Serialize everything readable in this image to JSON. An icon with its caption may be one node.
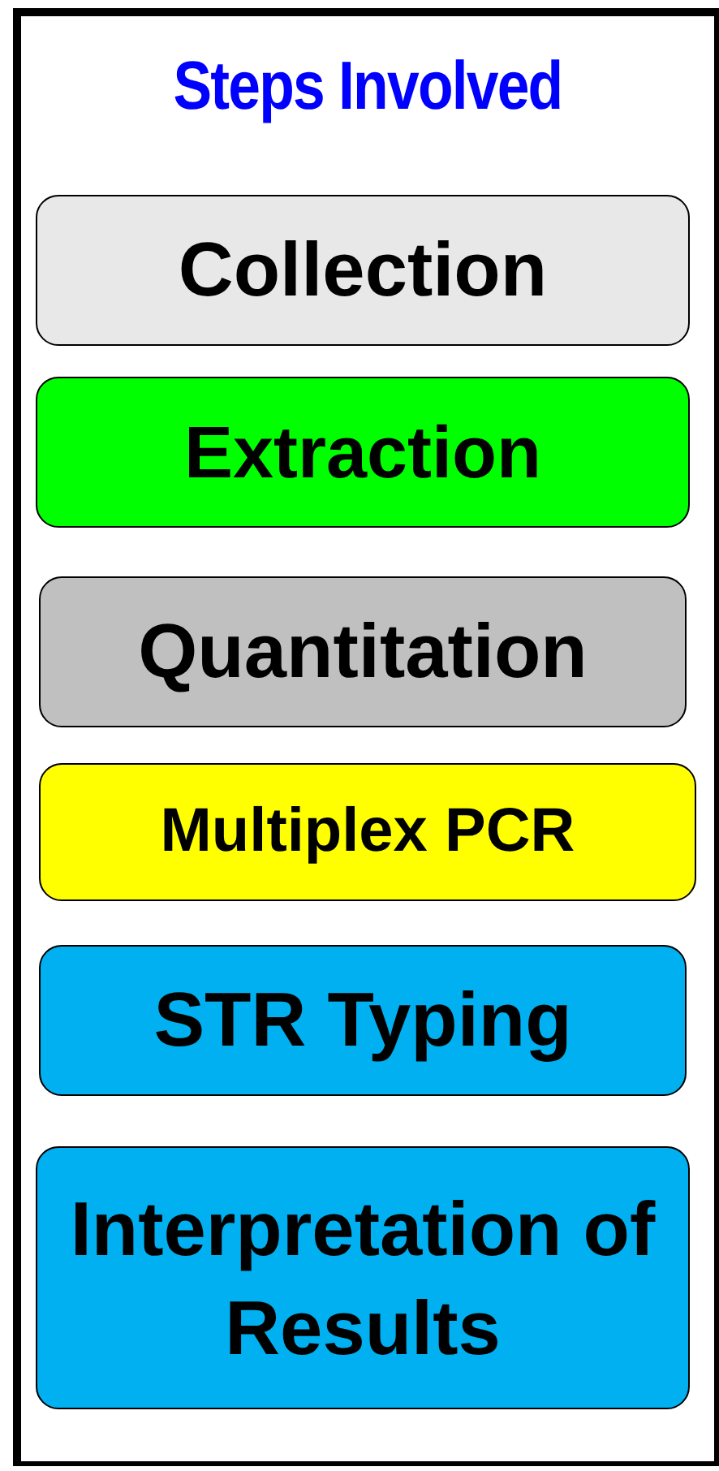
{
  "diagram": {
    "nodes": [
      {
        "text": [
          "Steps Involved"
        ]
      },
      {
        "text": [
          "Collection"
        ],
        "in": 0
      },
      {
        "text": [
          "Extraction"
        ],
        "in": 0
      },
      {
        "text": [
          "Quantitation"
        ],
        "in": 0
      },
      {
        "text": [
          "Multiplex PCR"
        ],
        "in": 0
      },
      {
        "text": [
          "STR Typing"
        ],
        "in": 0
      },
      {
        "text": [
          "Interpretation of Results"
        ],
        "in": 0
      }
    ]
  }
}
